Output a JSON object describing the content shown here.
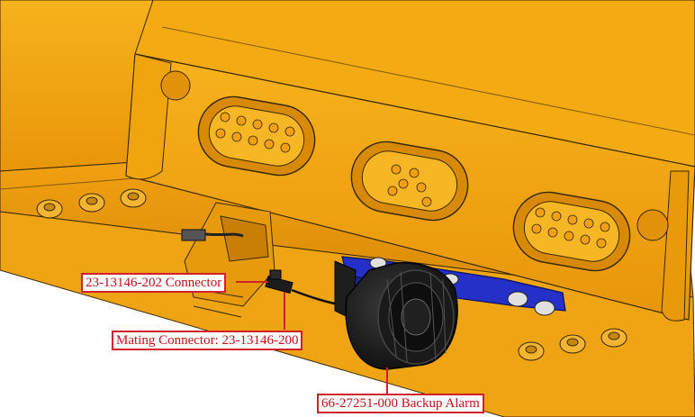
{
  "callouts": {
    "connector": "23-13146-202 Connector",
    "mating_connector": "Mating Connector: 23-13146-200",
    "backup_alarm": "66-27251-000 Backup Alarm"
  },
  "colors": {
    "frame": "#f2a20c",
    "frame_shadow": "#c97f05",
    "bracket": "#2430c8",
    "alarm": "#151515",
    "callout": "#d0202a"
  }
}
